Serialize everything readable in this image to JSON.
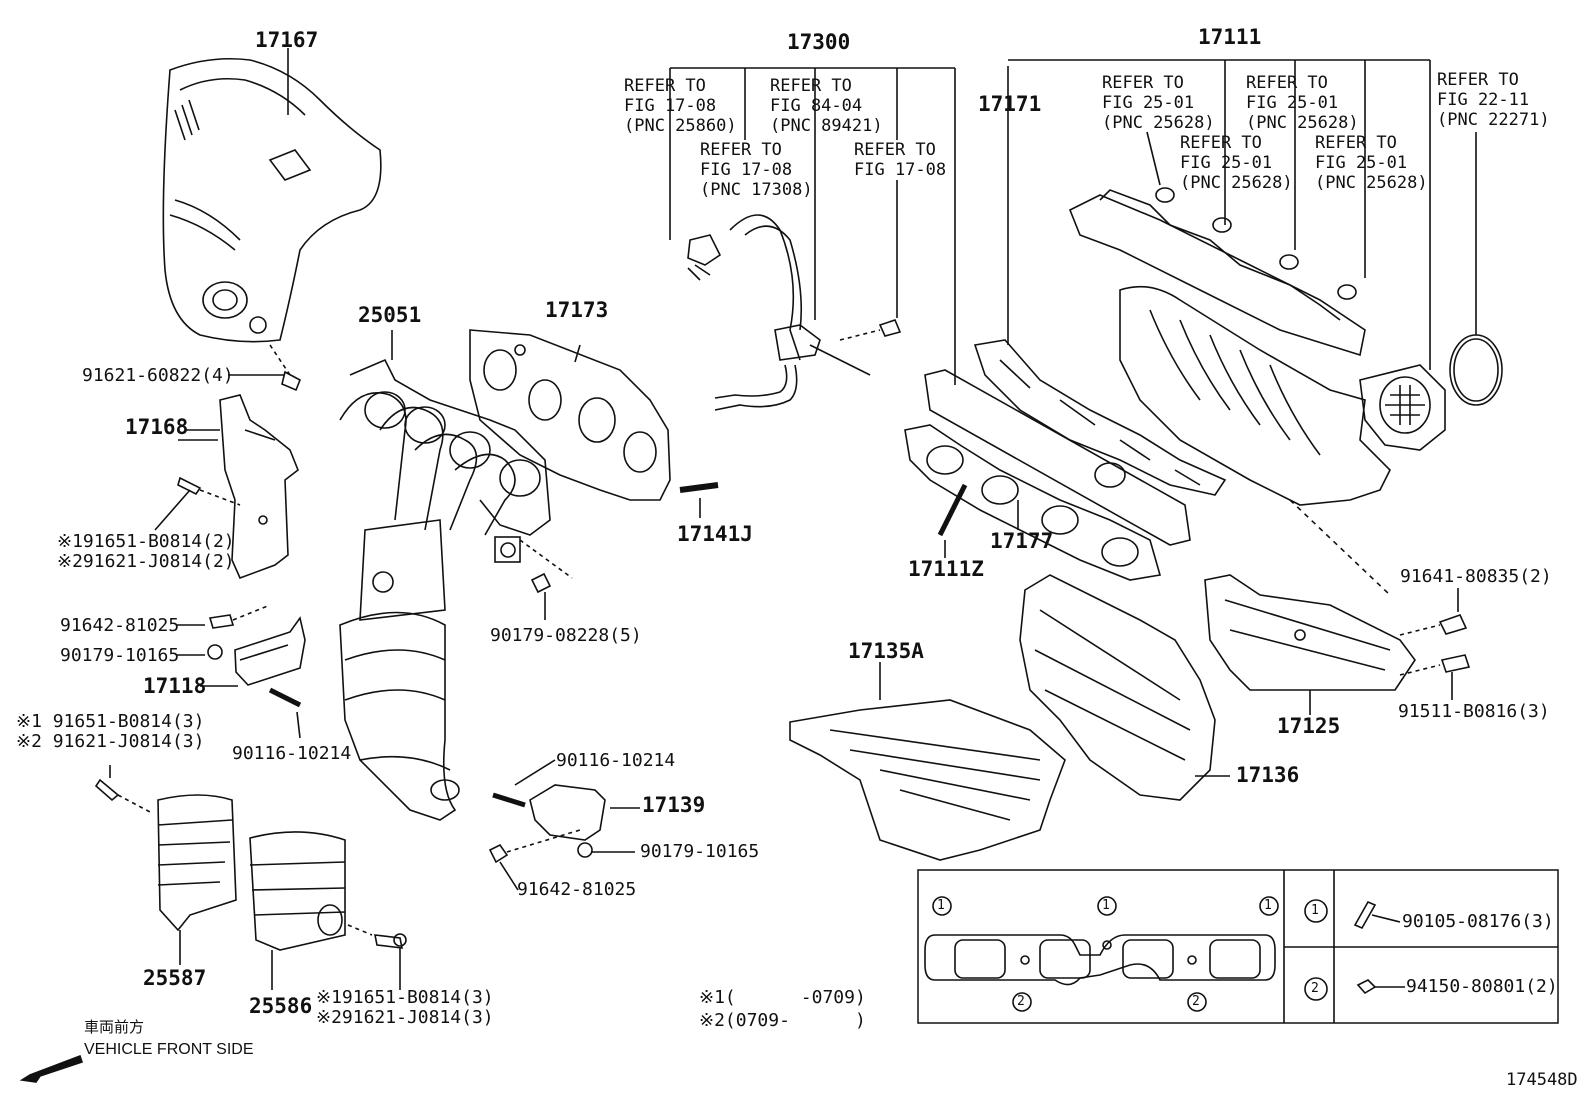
{
  "labels": {
    "p17167": "17167",
    "p91621_60822": "91621-60822(4)",
    "p17168": "17168",
    "p191651_b0814_2": "※191651-B0814(2)",
    "p291621_j0814_2": "※291621-J0814(2)",
    "p91642_81025_a": "91642-81025",
    "p90179_10165_a": "90179-10165",
    "p17118": "17118",
    "p1_91651_b0814_3a": "※1 91651-B0814(3)",
    "p2_91621_j0814_3a": "※2 91621-J0814(3)",
    "p90116_10214_a": "90116-10214",
    "p25587": "25587",
    "p25586": "25586",
    "p191651_b0814_3b": "※191651-B0814(3)",
    "p291621_j0814_3b": "※291621-J0814(3)",
    "jp_front": "車両前方",
    "vehicle_front": "VEHICLE FRONT SIDE",
    "p25051": "25051",
    "p17173": "17173",
    "p17141j": "17141J",
    "p90179_08228": "90179-08228(5)",
    "p90116_10214_b": "90116-10214",
    "p17139": "17139",
    "p90179_10165_b": "90179-10165",
    "p91642_81025_b": "91642-81025",
    "p17300": "17300",
    "ref_17_08_25860": "REFER TO\nFIG 17-08\n(PNC 25860)",
    "ref_84_04_89421": "REFER TO\nFIG 84-04\n(PNC 89421)",
    "ref_17_08_17308": "REFER TO\nFIG 17-08\n(PNC 17308)",
    "ref_17_08": "REFER TO\nFIG 17-08",
    "p17171": "17171",
    "p17111": "17111",
    "ref_25_01_a": "REFER TO\nFIG 25-01\n(PNC 25628)",
    "ref_25_01_b": "REFER TO\nFIG 25-01\n(PNC 25628)",
    "ref_25_01_c": "REFER TO\nFIG 25-01\n(PNC 25628)",
    "ref_25_01_d": "REFER TO\nFIG 25-01\n(PNC 25628)",
    "ref_22_11": "REFER TO\nFIG 22-11\n(PNC 22271)",
    "p17177": "17177",
    "p17111z": "17111Z",
    "p17135a": "17135A",
    "p17136": "17136",
    "p91641_80835": "91641-80835(2)",
    "p17125": "17125",
    "p91511_b0816": "91511-B0816(3)",
    "note1": "※1(      -0709)",
    "note2": "※2(0709-      )",
    "diagram_id": "174548D"
  },
  "legend": {
    "marker1": "1",
    "marker2": "2",
    "bolt_part": "90105-08176(3)",
    "nut_part": "94150-80801(2)"
  }
}
